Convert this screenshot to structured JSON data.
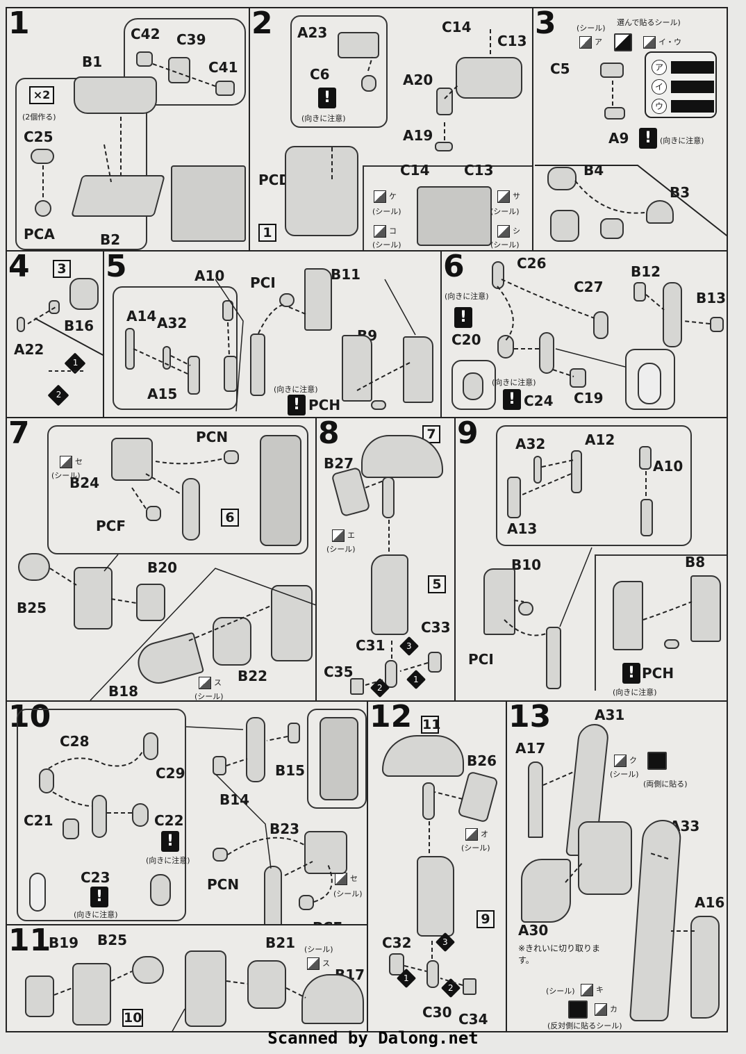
{
  "footer": "Scanned by Dalong.net",
  "labels": {
    "seal": "(シール)",
    "caution": "(向きに注意)",
    "make_two": "(2個作る)",
    "chosen_seal": "選んで貼るシール)",
    "both_sides": "(両側に貼る)",
    "opposite_side": "(反対側に貼るシール)",
    "cut_clean": "※きれいに切り取ります。",
    "x2": "×2"
  },
  "steps": [
    {
      "num": "1",
      "parts": [
        "B1",
        "C42",
        "C39",
        "C41",
        "C25",
        "PCA",
        "B2"
      ]
    },
    {
      "num": "2",
      "parts": [
        "A23",
        "C6",
        "C14",
        "C13",
        "A20",
        "A19",
        "PCD",
        "C14",
        "C13"
      ],
      "seals": [
        "ケ",
        "サ",
        "コ",
        "シ"
      ],
      "ref": "1"
    },
    {
      "num": "3",
      "parts": [
        "C5",
        "A9",
        "B4",
        "B3"
      ],
      "seals": [
        "ア",
        "イ・ウ"
      ],
      "table": [
        "ア",
        "イ",
        "ウ"
      ]
    },
    {
      "num": "4",
      "parts": [
        "B16",
        "A22"
      ],
      "ref": "3",
      "order": [
        "1",
        "2"
      ]
    },
    {
      "num": "5",
      "parts": [
        "A10",
        "PCI",
        "B11",
        "A14",
        "A32",
        "B9",
        "A15",
        "PCH"
      ]
    },
    {
      "num": "6",
      "parts": [
        "C26",
        "C27",
        "B12",
        "B13",
        "C20",
        "C24",
        "C19"
      ]
    },
    {
      "num": "7",
      "parts": [
        "PCN",
        "B24",
        "PCF",
        "B20",
        "B25",
        "B22",
        "B18"
      ],
      "seals": [
        "セ",
        "ス"
      ],
      "ref": "6"
    },
    {
      "num": "8",
      "parts": [
        "B27",
        "C33",
        "C31",
        "C35"
      ],
      "seals": [
        "エ"
      ],
      "ref_top": "7",
      "ref_mid": "5",
      "order": [
        "1",
        "2",
        "3"
      ]
    },
    {
      "num": "9",
      "parts": [
        "A32",
        "A12",
        "A10",
        "A13",
        "B10",
        "B8",
        "PCI",
        "PCH"
      ]
    },
    {
      "num": "10",
      "parts": [
        "C28",
        "C29",
        "B15",
        "B14",
        "C21",
        "C22",
        "B23",
        "C23",
        "PCN",
        "PCF"
      ],
      "seals": [
        "セ"
      ]
    },
    {
      "num": "11",
      "parts": [
        "B19",
        "B25",
        "B21",
        "B17"
      ],
      "seals": [
        "ス"
      ],
      "ref": "10"
    },
    {
      "num": "12",
      "parts": [
        "B26",
        "C32",
        "C30",
        "C34"
      ],
      "seals": [
        "オ"
      ],
      "ref_top": "11",
      "ref_mid": "9",
      "order": [
        "1",
        "2",
        "3"
      ]
    },
    {
      "num": "13",
      "parts": [
        "A31",
        "A17",
        "A33",
        "A30",
        "A16"
      ],
      "seals": [
        "ク",
        "キ",
        "カ"
      ]
    }
  ]
}
